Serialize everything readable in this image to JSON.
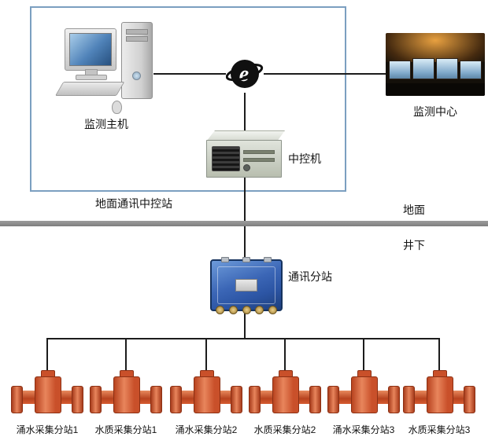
{
  "diagram": {
    "ground_station": {
      "label": "地面通讯中控站"
    },
    "host": {
      "label": "监测主机"
    },
    "monitor_center": {
      "label": "监测中心"
    },
    "control_machine": {
      "label": "中控机"
    },
    "surface": {
      "label": "地面"
    },
    "underground": {
      "label": "井下"
    },
    "substation": {
      "label": "通讯分站"
    },
    "devices": [
      {
        "label": "涌水采集分站1"
      },
      {
        "label": "水质采集分站1"
      },
      {
        "label": "涌水采集分站2"
      },
      {
        "label": "水质采集分站2"
      },
      {
        "label": "涌水采集分站3"
      },
      {
        "label": "水质采集分站3"
      }
    ]
  },
  "colors": {
    "frame-blue": "#7b9fc0",
    "line-black": "#1c1c1c",
    "divider-gray": "#8f8f8f",
    "junction-blue": "#2c55a4",
    "device-orange": "#c9502a"
  }
}
